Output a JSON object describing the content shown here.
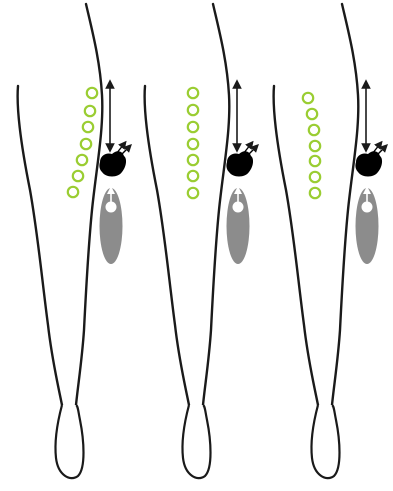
{
  "figure": {
    "panel_count": 3,
    "colors": {
      "background": "#ffffff",
      "leg_outline": "#1a1a1a",
      "ring_marker": "#9acd32",
      "hand": "#000000",
      "ellipse_fill": "#8c8c8c",
      "ellipse_dot": "#ffffff",
      "arrow": "#1a1a1a"
    },
    "icons": [
      "leg-outline-icon",
      "ring-marker-icon",
      "hand-icon",
      "double-arrow-icon",
      "ellipse-probe-icon"
    ],
    "panels": [
      {
        "name": "panel-left",
        "ring_count": 7,
        "ring_arrangement": "diagonal"
      },
      {
        "name": "panel-middle",
        "ring_count": 7,
        "ring_arrangement": "vertical"
      },
      {
        "name": "panel-right",
        "ring_count": 7,
        "ring_arrangement": "curved"
      }
    ]
  }
}
